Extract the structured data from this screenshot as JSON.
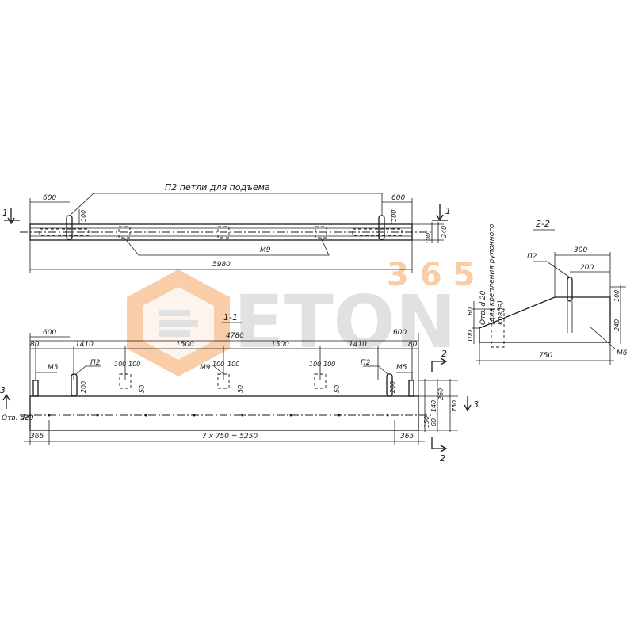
{
  "top_view": {
    "loops_callout": "П2  петли для подъема",
    "dim_left": "600",
    "dim_right": "600",
    "dim_100_left": "100",
    "dim_100_right": "100",
    "dim_100_side": "100",
    "dim_240_side": "240",
    "mark_m9": "М9",
    "total_length": "5980",
    "cut_left": "1",
    "cut_right": "1"
  },
  "section_1_1": {
    "title": "1-1",
    "dim_top_total": "4780",
    "dim_600_left": "600",
    "dim_600_right": "600",
    "dim_80_left": "80",
    "dim_80_right": "80",
    "dim_1410_left": "1410",
    "dim_1500_left": "1500",
    "dim_1500_right": "1500",
    "dim_1410_right": "1410",
    "mark_m5_left": "М5",
    "mark_m5_right": "М5",
    "mark_p2_left": "П2",
    "mark_p2_right": "П2",
    "mark_m9": "М9",
    "dim_100": "100",
    "dim_200": "200",
    "dim_50": "50",
    "dim_260": "260",
    "dim_140": "140",
    "dim_150": "150",
    "dim_750": "750",
    "dim_60": "60",
    "holes_label": "Отв. d20",
    "dim_365_left": "365",
    "dim_365_right": "365",
    "dim_spacing": "7 x 750 = 5250",
    "cut_3": "3",
    "cut_2": "2"
  },
  "section_2_2": {
    "title": "2-2",
    "mark_p2": "П2",
    "dim_300": "300",
    "dim_200": "200",
    "dim_100_top": "100",
    "dim_240": "240",
    "dim_100_left": "100",
    "dim_60": "60",
    "dim_750": "750",
    "mark_m6": "М6",
    "hole_note_1": "Отв. d 20",
    "hole_note_2": "(для крепления рулонного",
    "hole_note_3": "ковра)"
  },
  "watermark": {
    "brand": "ETON",
    "number": "365",
    "accent_color": "#f6a563",
    "grey_color": "#c9c9c9"
  }
}
